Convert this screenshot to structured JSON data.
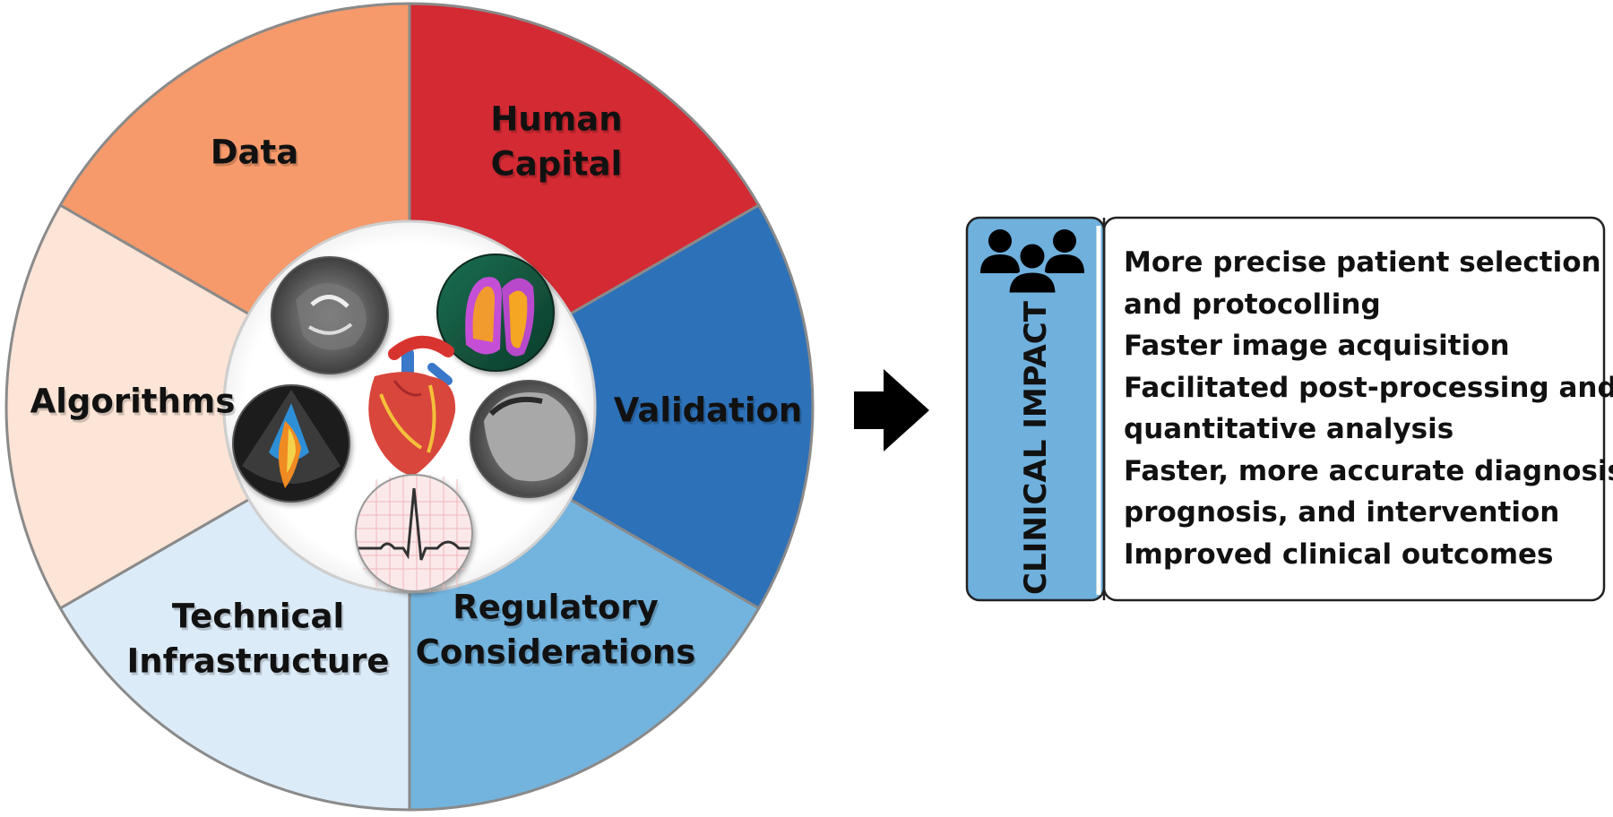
{
  "wheel": {
    "segments": [
      {
        "id": "data",
        "lines": [
          "Data"
        ],
        "color": "#d42a33"
      },
      {
        "id": "human-capital",
        "lines": [
          "Human",
          "Capital"
        ],
        "color": "#2d71b8"
      },
      {
        "id": "validation",
        "lines": [
          "Validation"
        ],
        "color": "#73b4df"
      },
      {
        "id": "regulatory-considerations",
        "lines": [
          "Regulatory",
          "Considerations"
        ],
        "color": "#dcebf8"
      },
      {
        "id": "technical-infrastructure",
        "lines": [
          "Technical",
          "Infrastructure"
        ],
        "color": "#fce4d6"
      },
      {
        "id": "algorithms",
        "lines": [
          "Algorithms"
        ],
        "color": "#f79a6b"
      }
    ],
    "center_images": [
      "cardiac-mri-icon",
      "spect-perfusion-icon",
      "echo-doppler-icon",
      "heart-anatomy-icon",
      "cardiac-ct-icon",
      "ecg-trace-icon"
    ]
  },
  "arrow": {
    "icon": "right-arrow-icon"
  },
  "impact": {
    "title": "CLINICAL IMPACT",
    "icon": "people-group-icon",
    "items": [
      "More precise patient selection",
      "and protocolling",
      "Faster image acquisition",
      "Facilitated post-processing and",
      "quantitative analysis",
      "Faster, more accurate diagnosis",
      "prognosis, and intervention",
      "Improved clinical outcomes"
    ],
    "sidebar_color": "#6fb0dd"
  }
}
